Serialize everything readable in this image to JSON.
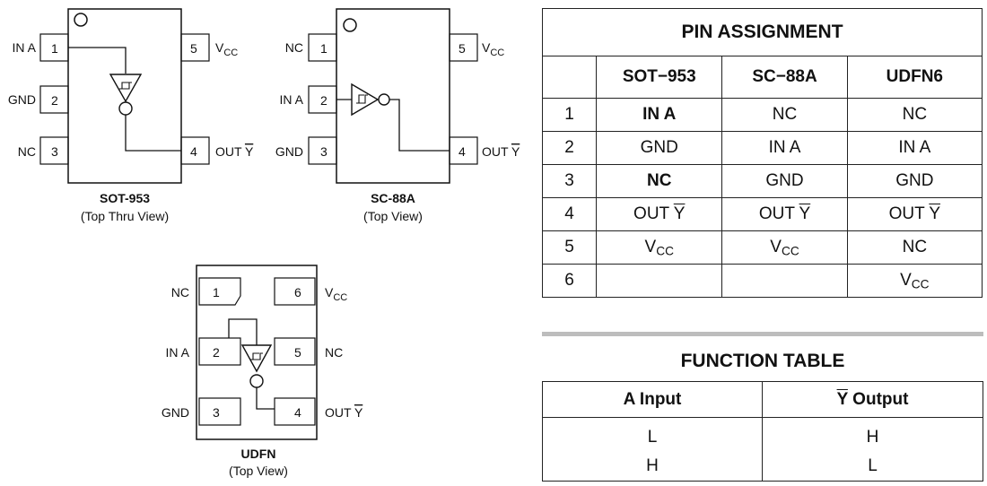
{
  "sot953": {
    "title": "SOT-953",
    "subtitle": "(Top Thru View)",
    "pins": [
      {
        "name": "IN A",
        "num": "1"
      },
      {
        "name": "GND",
        "num": "2"
      },
      {
        "name": "NC",
        "num": "3"
      },
      {
        "name": "OUT Y",
        "num": "4"
      },
      {
        "name": "VCC",
        "num": "5"
      }
    ]
  },
  "sc88a": {
    "title": "SC-88A",
    "subtitle": "(Top View)",
    "pins": [
      {
        "name": "NC",
        "num": "1"
      },
      {
        "name": "IN A",
        "num": "2"
      },
      {
        "name": "GND",
        "num": "3"
      },
      {
        "name": "OUT Y",
        "num": "4"
      },
      {
        "name": "VCC",
        "num": "5"
      }
    ]
  },
  "udfn": {
    "title": "UDFN",
    "subtitle": "(Top View)",
    "pins": [
      {
        "name": "NC",
        "num": "1"
      },
      {
        "name": "IN A",
        "num": "2"
      },
      {
        "name": "GND",
        "num": "3"
      },
      {
        "name": "OUT Y",
        "num": "4"
      },
      {
        "name": "NC",
        "num": "5"
      },
      {
        "name": "VCC",
        "num": "6"
      }
    ]
  },
  "pin_assignment": {
    "title": "PIN ASSIGNMENT",
    "headers": [
      "",
      "SOT−953",
      "SC−88A",
      "UDFN6"
    ],
    "rows": [
      [
        "1",
        "IN A",
        "NC",
        "NC"
      ],
      [
        "2",
        "GND",
        "IN A",
        "IN A"
      ],
      [
        "3",
        "NC",
        "GND",
        "GND"
      ],
      [
        "4",
        "OUT Y",
        "OUT Y",
        "OUT Y"
      ],
      [
        "5",
        "VCC",
        "VCC",
        "NC"
      ],
      [
        "6",
        "",
        "",
        "VCC"
      ]
    ]
  },
  "function_table": {
    "title": "FUNCTION TABLE",
    "headers": [
      "A Input",
      "Y Output"
    ],
    "rows": [
      [
        "L",
        "H"
      ],
      [
        "H",
        "L"
      ]
    ]
  }
}
